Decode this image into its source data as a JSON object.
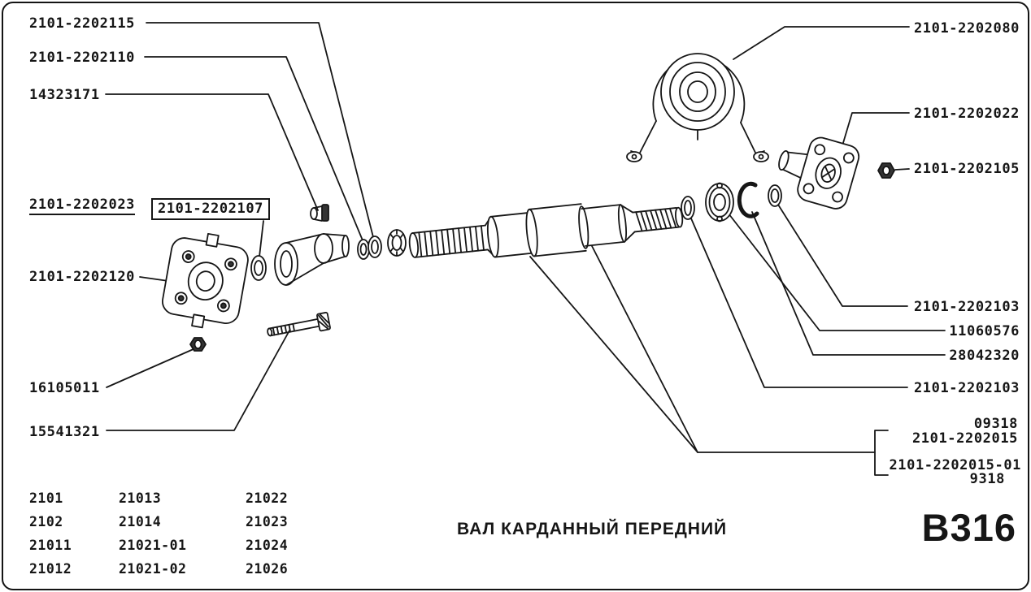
{
  "diagram": {
    "title": "ВАЛ КАРДАННЫЙ ПЕРЕДНИЙ",
    "page_code": "В316",
    "labels": [
      {
        "text": "2101-2202115"
      },
      {
        "text": "2101-2202110"
      },
      {
        "text": "14323171"
      },
      {
        "text": "2101-2202023",
        "style": "underlined"
      },
      {
        "text": "2101-2202107",
        "style": "boxed"
      },
      {
        "text": "2101-2202120"
      },
      {
        "text": "16105011"
      },
      {
        "text": "15541321"
      },
      {
        "text": "2101-2202080"
      },
      {
        "text": "2101-2202022"
      },
      {
        "text": "2101-2202105"
      },
      {
        "text": "2101-2202103"
      },
      {
        "text": "11060576"
      },
      {
        "text": "28042320"
      },
      {
        "text": "2101-2202103"
      },
      {
        "text": "09318"
      },
      {
        "text": "2101-2202015"
      },
      {
        "text": "2101-2202015-01"
      },
      {
        "text": "9318"
      }
    ],
    "applicability_table": {
      "rows": [
        [
          "2101",
          "21013",
          "21022"
        ],
        [
          "2102",
          "21014",
          "21023"
        ],
        [
          "21011",
          "21021-01",
          "21024"
        ],
        [
          "21012",
          "21021-02",
          "21026"
        ]
      ]
    },
    "colors": {
      "ink": "#161616",
      "paper": "#ffffff"
    }
  }
}
